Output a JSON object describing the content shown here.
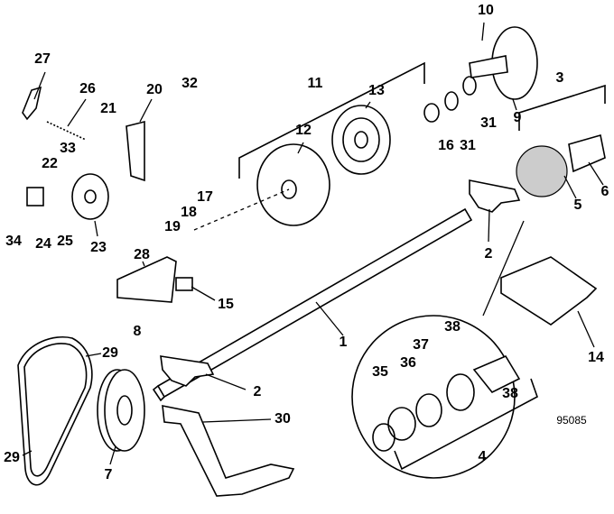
{
  "diagram": {
    "figure_code": "95085",
    "callouts": [
      "10",
      "27",
      "26",
      "20",
      "32",
      "11",
      "13",
      "3",
      "21",
      "12",
      "16",
      "31",
      "31",
      "9",
      "33",
      "22",
      "6",
      "5",
      "34",
      "24",
      "25",
      "23",
      "17",
      "18",
      "19",
      "2",
      "28",
      "15",
      "8",
      "1",
      "29",
      "38",
      "37",
      "36",
      "35",
      "14",
      "2",
      "38",
      "30",
      "29",
      "7",
      "4"
    ]
  }
}
